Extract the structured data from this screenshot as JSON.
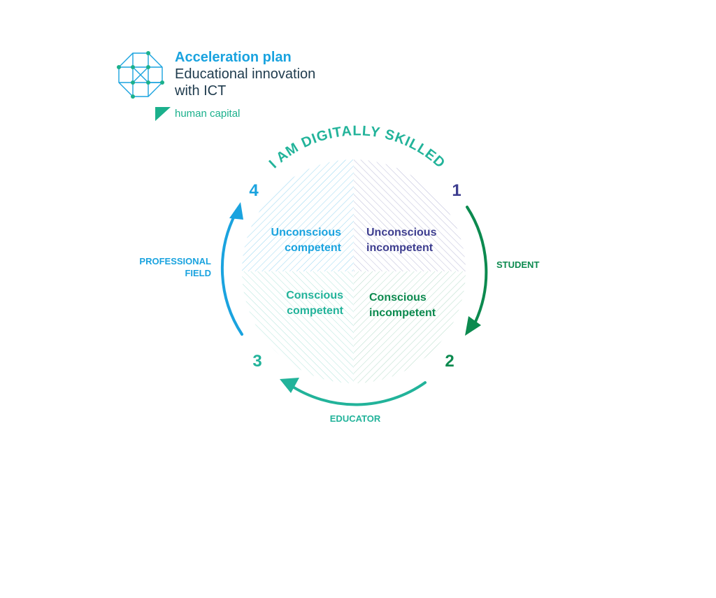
{
  "logo": {
    "line1": "Acceleration plan",
    "line2": "Educational innovation",
    "line3": "with ICT",
    "sub": "human capital",
    "icon": "network-grid-logo-icon"
  },
  "diagram": {
    "arc_title": "I AM DIGITALLY SKILLED",
    "quadrants": [
      {
        "number": "1",
        "line1": "Unconscious",
        "line2": "incompetent",
        "color": "#3d3d8f"
      },
      {
        "number": "2",
        "line1": "Conscious",
        "line2": "incompetent",
        "color": "#0c8a4f"
      },
      {
        "number": "3",
        "line1": "Conscious",
        "line2": "competent",
        "color": "#22b39a"
      },
      {
        "number": "4",
        "line1": "Unconscious",
        "line2": "competent",
        "color": "#1aa3df"
      }
    ],
    "side_labels": {
      "right": "STUDENT",
      "bottom": "EDUCATOR",
      "left_line1": "PROFESSIONAL",
      "left_line2": "FIELD"
    },
    "colors": {
      "blue": "#1aa3df",
      "purple": "#3d3d8f",
      "green": "#0c8a4f",
      "teal": "#22b39a",
      "navy": "#1f3b4d"
    }
  }
}
